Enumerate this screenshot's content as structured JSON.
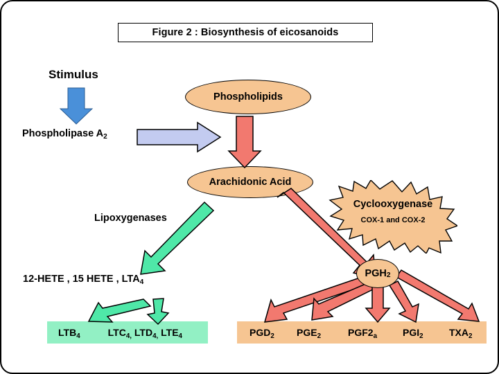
{
  "figure": {
    "title": "Figure 2 : Biosynthesis of eicosanoids"
  },
  "labels": {
    "stimulus": "Stimulus",
    "phospholipase": "Phospholipase A",
    "phospholipase_sub": "2",
    "lipoxygenases": "Lipoxygenases",
    "hete_line": "12-HETE , 15 HETE , LTA",
    "hete_line_sub": "4"
  },
  "nodes": {
    "phospholipids": "Phospholipids",
    "arachidonic_acid": "Arachidonic Acid",
    "pgh2": "PGH",
    "pgh2_sub": "2"
  },
  "enzyme_burst": {
    "title": "Cyclooxygenase",
    "subtitle": "COX-1 and COX-2"
  },
  "leukotrienes": {
    "ltb4": "LTB",
    "ltb4_sub": "4",
    "ltcde": "LTC4, LTD4, LTE4",
    "ltc": "LTC",
    "ltc_sub": "4,",
    "ltd": " LTD",
    "ltd_sub": "4,",
    "lte": " LTE",
    "lte_sub": "4"
  },
  "prostaglandins": [
    {
      "name": "PGD",
      "sub": "2"
    },
    {
      "name": "PGE",
      "sub": "2"
    },
    {
      "name": "PGF2",
      "sub": "a"
    },
    {
      "name": "PGI",
      "sub": "2"
    },
    {
      "name": "TXA",
      "sub": "2"
    }
  ],
  "colors": {
    "peach": "#F6C592",
    "salmon": "#F2796F",
    "blue_arrow": "#4A90D9",
    "lavender_arrow": "#C3CBF0",
    "green_arrow": "#4FE8A8",
    "green_box": "#92F0C4",
    "outline": "#000000",
    "background": "#FFFFFF"
  }
}
